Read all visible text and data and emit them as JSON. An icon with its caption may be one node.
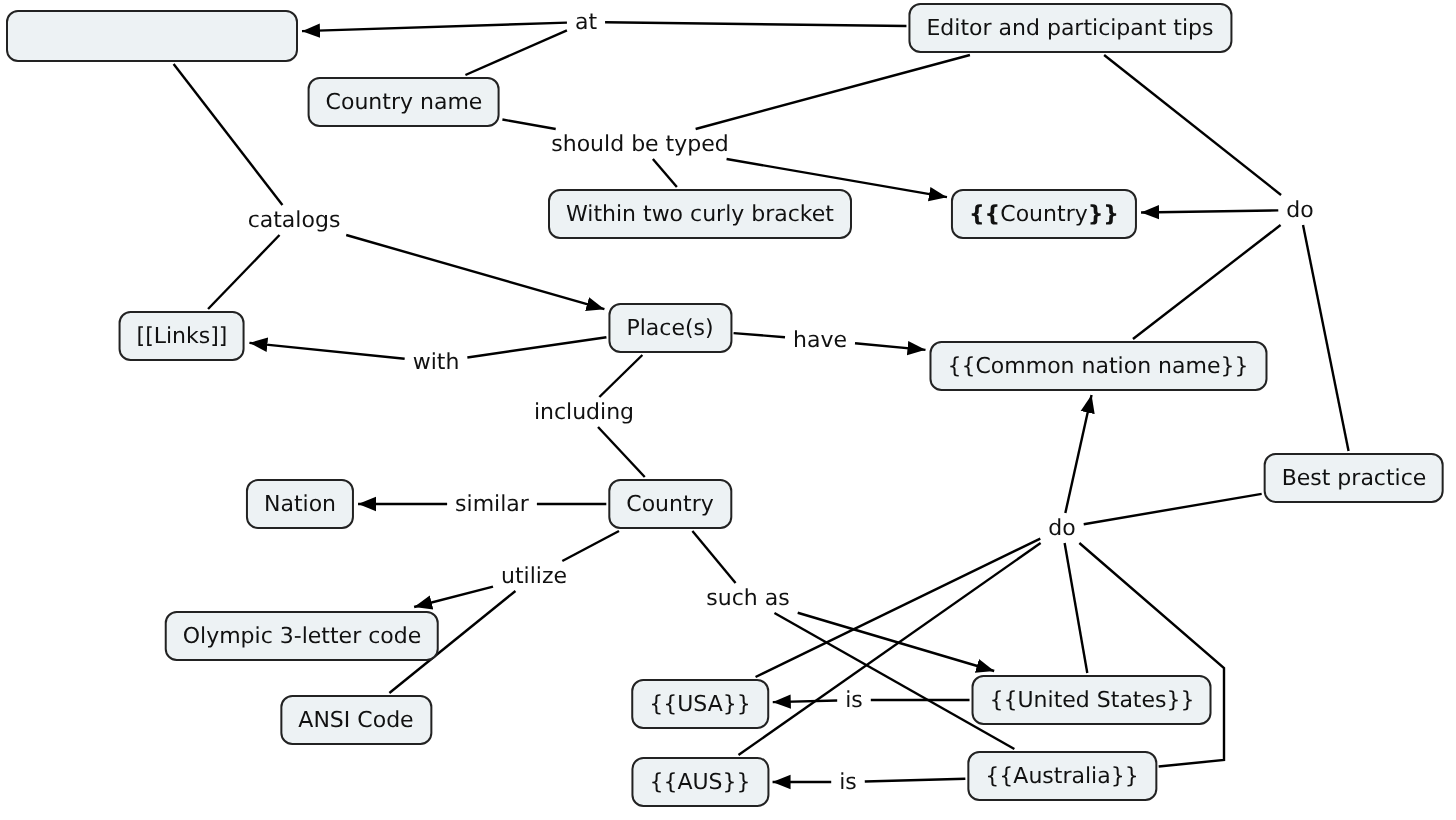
{
  "diagram": {
    "nodes": [
      {
        "text": [],
        "shape": "box"
      },
      {
        "text": [
          "at"
        ]
      },
      {
        "text": [
          "Editor and participant tips"
        ]
      },
      {
        "text": [
          "Country name"
        ]
      },
      {
        "text": [
          "should be typed"
        ]
      },
      {
        "text": [
          "Within two curly bracket"
        ]
      },
      {
        "text": [
          "**{{**Country**}}**"
        ]
      },
      {
        "text": [
          "do"
        ]
      },
      {
        "text": [
          "catalogs"
        ]
      },
      {
        "text": [
          "[[Links]]"
        ]
      },
      {
        "text": [
          "Place(s)"
        ]
      },
      {
        "text": [
          "with"
        ]
      },
      {
        "text": [
          "have"
        ]
      },
      {
        "text": [
          "{{Common nation name}}"
        ]
      },
      {
        "text": [
          "including"
        ]
      },
      {
        "text": [
          "Best practice"
        ]
      },
      {
        "text": [
          "Nation"
        ]
      },
      {
        "text": [
          "similar"
        ]
      },
      {
        "text": [
          "Country"
        ]
      },
      {
        "text": [
          "do"
        ]
      },
      {
        "text": [
          "utilize"
        ]
      },
      {
        "text": [
          "Olympic 3-letter code"
        ]
      },
      {
        "text": [
          "such as"
        ]
      },
      {
        "text": [
          "ANSI Code"
        ]
      },
      {
        "text": [
          "{{USA}}"
        ]
      },
      {
        "text": [
          "is"
        ]
      },
      {
        "text": [
          "{{United States}}"
        ]
      },
      {
        "text": [
          "{{AUS}}"
        ]
      },
      {
        "text": [
          "is"
        ]
      },
      {
        "text": [
          "{{Australia}}"
        ]
      }
    ],
    "edges": [
      {
        "from": 2,
        "to": 1,
        "arrow": "none"
      },
      {
        "from": 1,
        "to": 0,
        "arrow": "to"
      },
      {
        "from": 3,
        "to": 1,
        "arrow": "none"
      },
      {
        "from": 3,
        "to": 4,
        "arrow": "none"
      },
      {
        "from": 2,
        "to": 4,
        "arrow": "none"
      },
      {
        "from": 4,
        "to": 6,
        "arrow": "to"
      },
      {
        "from": 4,
        "to": 5,
        "arrow": "none"
      },
      {
        "from": 2,
        "to": 7,
        "arrow": "none"
      },
      {
        "from": 15,
        "to": 7,
        "arrow": "none"
      },
      {
        "from": 7,
        "to": 6,
        "arrow": "to"
      },
      {
        "from": 7,
        "to": 13,
        "arrow": "none"
      },
      {
        "from": 0,
        "to": 8,
        "arrow": "none"
      },
      {
        "from": 9,
        "to": 8,
        "arrow": "none"
      },
      {
        "from": 8,
        "to": 10,
        "arrow": "to"
      },
      {
        "from": 10,
        "to": 11,
        "arrow": "none"
      },
      {
        "from": 11,
        "to": 9,
        "arrow": "to"
      },
      {
        "from": 10,
        "to": 12,
        "arrow": "none"
      },
      {
        "from": 12,
        "to": 13,
        "arrow": "to"
      },
      {
        "from": 10,
        "to": 14,
        "arrow": "none"
      },
      {
        "from": 14,
        "to": 18,
        "arrow": "none"
      },
      {
        "from": 18,
        "to": 17,
        "arrow": "none"
      },
      {
        "from": 17,
        "to": 16,
        "arrow": "to"
      },
      {
        "from": 18,
        "to": 20,
        "arrow": "none"
      },
      {
        "from": 20,
        "to": 21,
        "arrow": "to"
      },
      {
        "from": 20,
        "to": 23,
        "arrow": "none"
      },
      {
        "from": 18,
        "to": 22,
        "arrow": "none"
      },
      {
        "from": 22,
        "to": 26,
        "arrow": "to"
      },
      {
        "from": 22,
        "to": 29,
        "arrow": "none"
      },
      {
        "from": 15,
        "to": 19,
        "arrow": "none"
      },
      {
        "from": 19,
        "to": 13,
        "arrow": "to"
      },
      {
        "from": 19,
        "to": 24,
        "arrow": "none"
      },
      {
        "from": 19,
        "to": 27,
        "arrow": "none"
      },
      {
        "from": 19,
        "to": 26,
        "arrow": "none"
      },
      {
        "from": 19,
        "to": 29,
        "arrow": "none"
      },
      {
        "from": 26,
        "to": 25,
        "arrow": "none"
      },
      {
        "from": 25,
        "to": 24,
        "arrow": "to"
      },
      {
        "from": 29,
        "to": 28,
        "arrow": "none"
      },
      {
        "from": 28,
        "to": 27,
        "arrow": "to"
      }
    ]
  }
}
